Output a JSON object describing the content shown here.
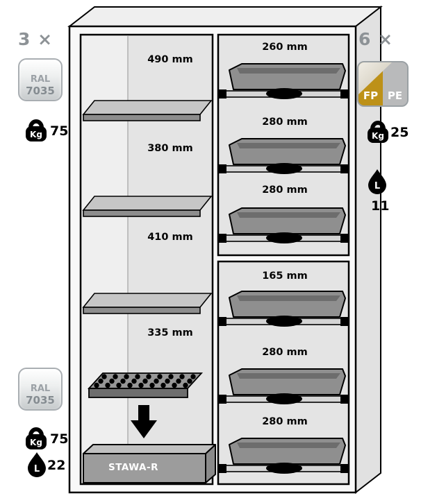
{
  "cabinet": {
    "left_column": {
      "compartment_labels": [
        "490 mm",
        "380 mm",
        "410 mm",
        "335 mm"
      ],
      "sump_label": "STAWA-R"
    },
    "right_column": {
      "upper_tray_labels": [
        "260 mm",
        "280 mm",
        "280 mm"
      ],
      "lower_tray_labels": [
        "165 mm",
        "280 mm",
        "280 mm"
      ]
    }
  },
  "annotations": {
    "left_top": {
      "count": "3 ×",
      "ral": {
        "line1": "RAL",
        "line2": "7035"
      },
      "weight": {
        "unit": "Kg",
        "value": "75"
      }
    },
    "left_bottom": {
      "ral": {
        "line1": "RAL",
        "line2": "7035"
      },
      "weight": {
        "unit": "Kg",
        "value": "75"
      },
      "volume": {
        "unit": "L",
        "value": "22"
      }
    },
    "right_top": {
      "count": "6 ×",
      "material": {
        "left": "FP",
        "right": "PE"
      },
      "weight": {
        "unit": "Kg",
        "value": "25"
      },
      "volume": {
        "unit": "L",
        "value": "11"
      }
    }
  },
  "icons": {
    "weight": "kettlebell-icon",
    "volume": "liquid-drop-icon",
    "drain": "down-arrow-icon"
  },
  "colors": {
    "tray_gray": "#8f8f8f",
    "shelf_gray": "#c6c6c6",
    "fp_yellow": "#bd9118",
    "badge_gray": "#b9babb",
    "label_gray": "#8d9296"
  }
}
